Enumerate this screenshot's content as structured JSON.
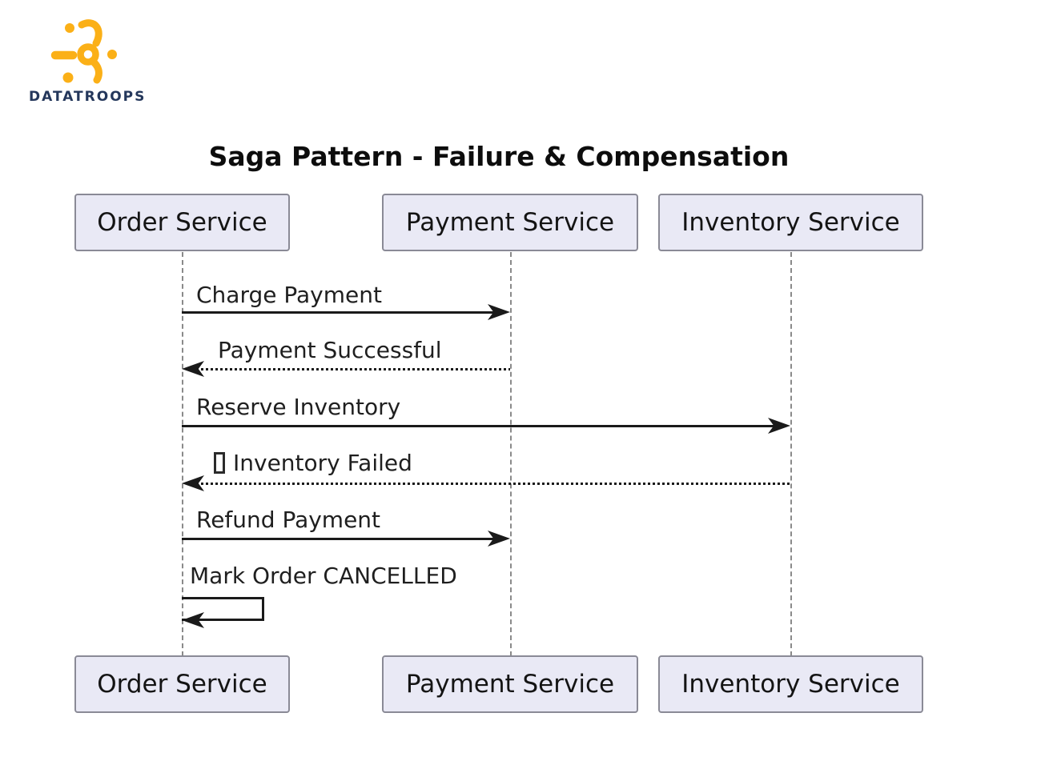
{
  "brand": {
    "name": "DATATROOPS",
    "logo_color": "#FBB017",
    "name_color": "#24375B"
  },
  "diagram": {
    "title": "Saga Pattern - Failure & Compensation",
    "actors": [
      {
        "label": "Order Service"
      },
      {
        "label": "Payment Service"
      },
      {
        "label": "Inventory Service"
      }
    ],
    "messages": [
      {
        "from": "Order Service",
        "to": "Payment Service",
        "label": "Charge Payment",
        "line": "solid"
      },
      {
        "from": "Payment Service",
        "to": "Order Service",
        "label": "Payment Successful",
        "line": "dotted"
      },
      {
        "from": "Order Service",
        "to": "Inventory Service",
        "label": "Reserve Inventory",
        "line": "solid"
      },
      {
        "from": "Inventory Service",
        "to": "Order Service",
        "label": "Inventory Failed",
        "line": "dotted",
        "leading_icon": "missing-glyph-box"
      },
      {
        "from": "Order Service",
        "to": "Payment Service",
        "label": "Refund Payment",
        "line": "solid"
      },
      {
        "from": "Order Service",
        "to": "Order Service",
        "label": "Mark Order CANCELLED",
        "line": "self-loop"
      }
    ],
    "colors": {
      "actor_fill": "#E9E9F5",
      "actor_border": "#8A8A96",
      "message_line": "#1A1A1A",
      "lifeline": "#8A8A8A",
      "title_text": "#0D0D0D"
    }
  }
}
